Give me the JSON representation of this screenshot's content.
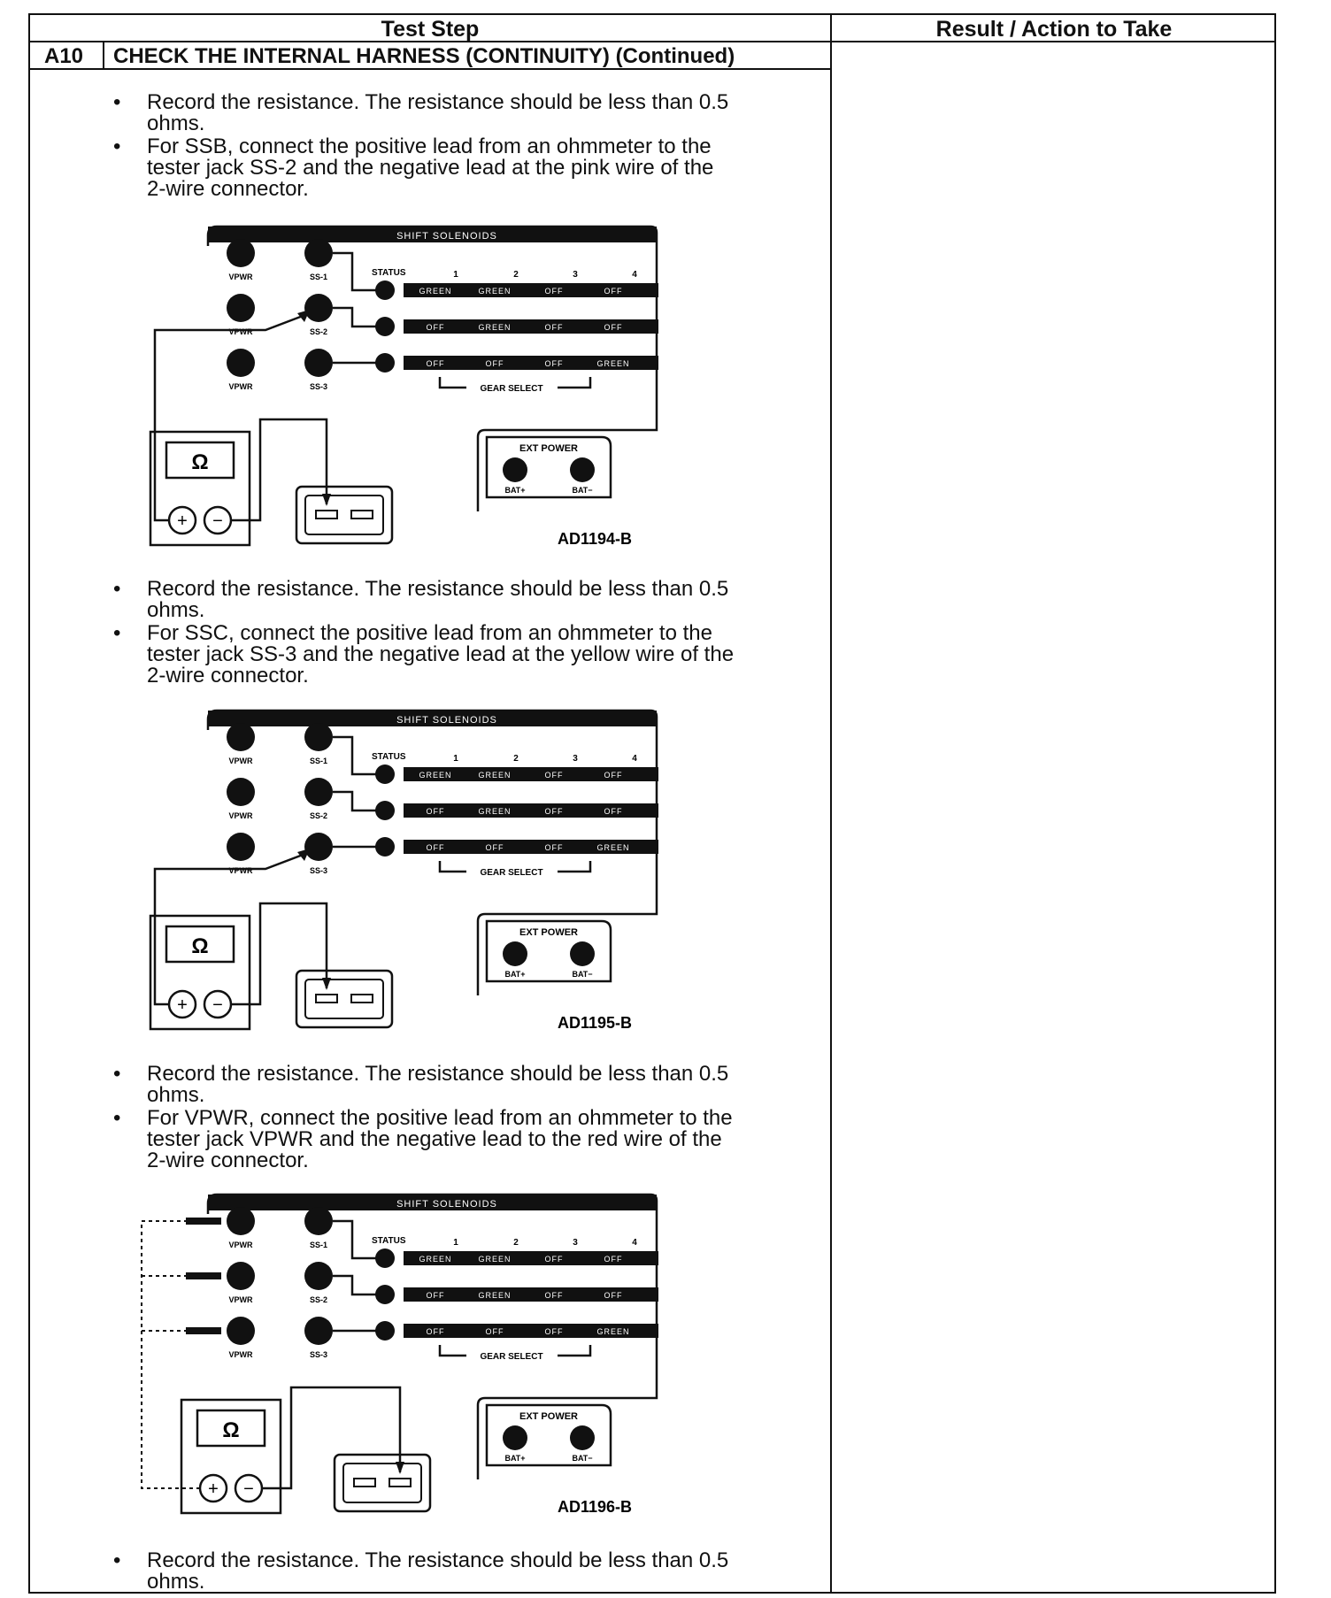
{
  "table": {
    "header_test_step": "Test Step",
    "header_result": "Result / Action to Take",
    "step_id": "A10",
    "step_title": "CHECK THE INTERNAL HARNESS (CONTINUITY) (Continued)"
  },
  "bullets": [
    {
      "lines": [
        "Record the resistance. The resistance should be less than 0.5",
        "ohms."
      ]
    },
    {
      "lines": [
        "For SSB, connect the positive lead from an ohmmeter to the",
        "tester jack SS-2 and the negative lead at the pink wire of the",
        "2-wire connector."
      ]
    },
    {
      "lines": [
        "Record the resistance. The resistance should be less than 0.5",
        "ohms."
      ]
    },
    {
      "lines": [
        "For SSC, connect the positive lead from an ohmmeter to the",
        "tester jack SS-3 and the negative lead at the yellow wire of the",
        "2-wire connector."
      ]
    },
    {
      "lines": [
        "Record the resistance. The resistance should be less than 0.5",
        "ohms."
      ]
    },
    {
      "lines": [
        "For VPWR, connect the positive lead from an ohmmeter to the",
        "tester jack VPWR and the negative lead to the red wire of the",
        "2-wire connector."
      ]
    },
    {
      "lines": [
        "Record the resistance. The resistance should be less than 0.5",
        "ohms."
      ]
    }
  ],
  "bullet_symbol": "•",
  "figure_labels": {
    "panel_title": "SHIFT SOLENOIDS",
    "status": "STATUS",
    "columns": [
      "1",
      "2",
      "3",
      "4"
    ],
    "rows": [
      [
        "GREEN",
        "GREEN",
        "OFF",
        "OFF"
      ],
      [
        "OFF",
        "GREEN",
        "OFF",
        "OFF"
      ],
      [
        "OFF",
        "OFF",
        "OFF",
        "GREEN"
      ]
    ],
    "jacks_left": [
      "VPWR",
      "VPWR",
      "VPWR"
    ],
    "jacks_right": [
      "SS-1",
      "SS-2",
      "SS-3"
    ],
    "gear_select": "GEAR SELECT",
    "ext_power": "EXT POWER",
    "bat_plus": "BAT+",
    "bat_minus": "BAT−",
    "ohm": "Ω",
    "plus": "+",
    "minus": "−"
  },
  "figures": [
    {
      "id": "AD1194-B",
      "probe_jack": "SS-2"
    },
    {
      "id": "AD1195-B",
      "probe_jack": "SS-3"
    },
    {
      "id": "AD1196-B",
      "probe_jack": "VPWR"
    }
  ]
}
